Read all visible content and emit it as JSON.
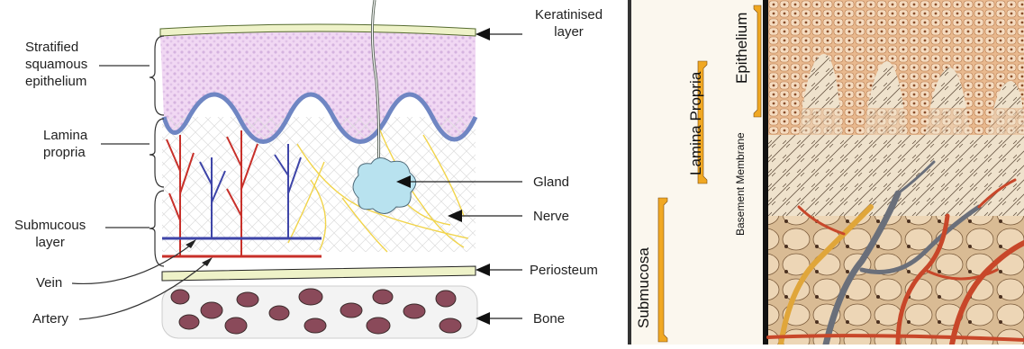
{
  "left_labels": {
    "stratified": [
      "Stratified",
      "squamous",
      "epithelium"
    ],
    "lamina": [
      "Lamina",
      "propria"
    ],
    "submucous": [
      "Submucous",
      "layer"
    ],
    "vein": "Vein",
    "artery": "Artery",
    "keratinised": [
      "Keratinised",
      "layer"
    ],
    "gland": "Gland",
    "nerve": "Nerve",
    "periosteum": "Periosteum",
    "bone": "Bone"
  },
  "right_labels": {
    "epithelium": "Epithelium",
    "lamina_propria": "Lamina Propria",
    "basement_membrane": "Basement Membrane",
    "submucosa": "Submucosa"
  },
  "colors": {
    "epithelium": "#e8c6ec",
    "basement": "#6f86c3",
    "artery": "#c8302a",
    "vein": "#3e45a8",
    "nerve": "#f1d44a",
    "gland": "#b8e2ef",
    "bone": "#8a4a5a",
    "keratin": "#eef2c8"
  }
}
